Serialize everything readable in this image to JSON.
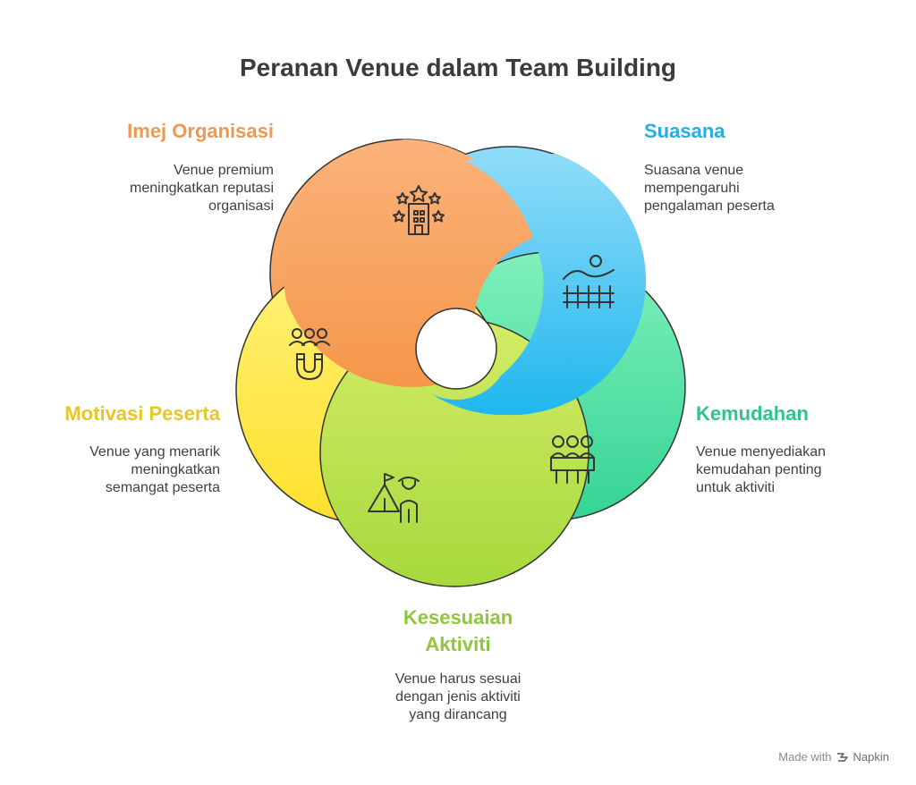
{
  "title": "Peranan Venue dalam Team Building",
  "sections": {
    "imej": {
      "heading": "Imej Organisasi",
      "lines": [
        "Venue premium",
        "meningkatkan reputasi",
        "organisasi"
      ],
      "color": "#f29a53",
      "icon": "hotel-stars-icon"
    },
    "suasana": {
      "heading": "Suasana",
      "lines": [
        "Suasana venue",
        "mempengaruhi",
        "pengalaman peserta"
      ],
      "color": "#28b3e8",
      "icon": "landscape-fence-icon"
    },
    "kemudahan": {
      "heading": "Kemudahan",
      "lines": [
        "Venue menyediakan",
        "kemudahan penting",
        "untuk aktiviti"
      ],
      "color": "#2fc48a",
      "icon": "group-table-icon"
    },
    "kesesuaian": {
      "heading": "Kesesuaian Aktiviti",
      "lines": [
        "Venue harus sesuai",
        "dengan jenis aktiviti",
        "yang dirancang"
      ],
      "color": "#8fc63a",
      "icon": "camper-tent-icon"
    },
    "motivasi": {
      "heading": "Motivasi Peserta",
      "lines": [
        "Venue yang menarik",
        "meningkatkan",
        "semangat peserta"
      ],
      "color": "#e8c92a",
      "icon": "people-magnet-icon"
    }
  },
  "footer": {
    "made_with": "Made with",
    "brand": "Napkin"
  }
}
